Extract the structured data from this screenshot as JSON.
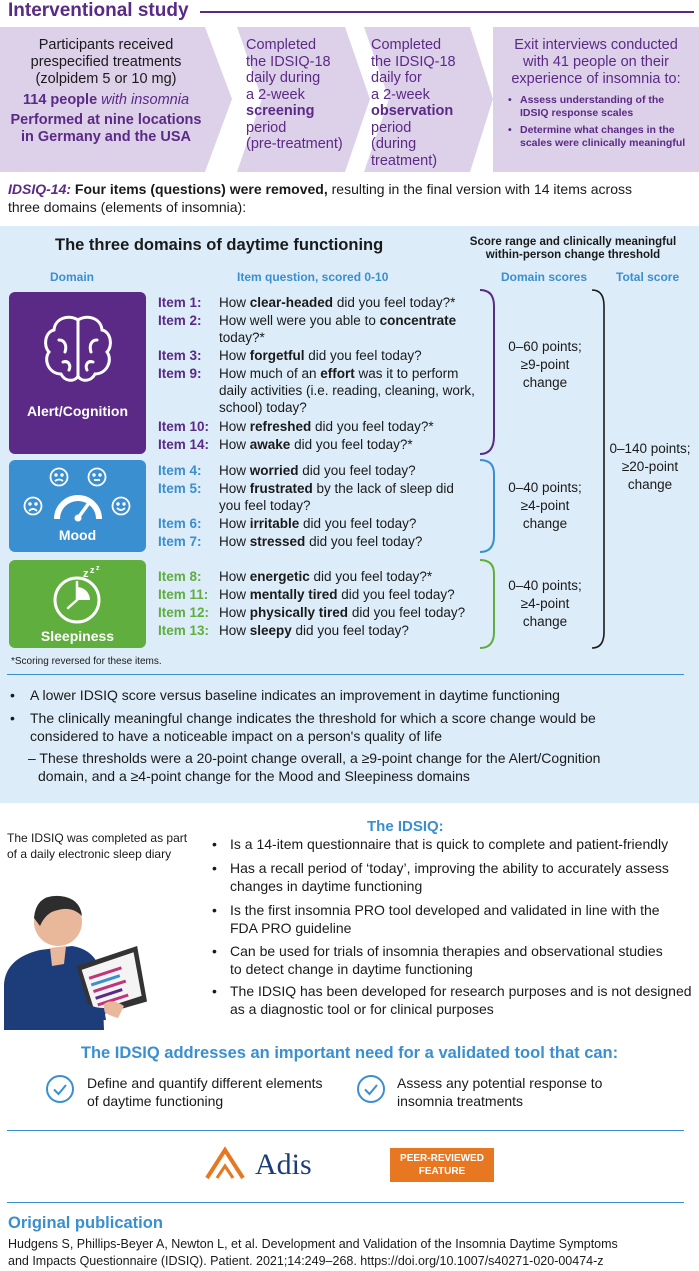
{
  "header": {
    "title": "Interventional study"
  },
  "process": {
    "box1": {
      "line1": "Participants received",
      "line2": "prespecified treatments",
      "line3": "(zolpidem 5 or 10 mg)",
      "people_count": "114 people",
      "people_rest": "with insomnia",
      "locations_line1": "Performed at nine locations",
      "locations_line2": "in Germany and the USA"
    },
    "box2": {
      "l1": "Completed",
      "l2": "the IDSIQ-18",
      "l3": "daily during",
      "l4": "a 2-week",
      "l5": "screening",
      "l6": "period",
      "l7": "(pre-treatment)"
    },
    "box3": {
      "l1": "Completed",
      "l2": "the IDSIQ-18",
      "l3": "daily for",
      "l4": "a 2-week",
      "l5": "observation",
      "l6": "period",
      "l7": "(during",
      "l8": "treatment)"
    },
    "box4": {
      "l1": "Exit interviews conducted",
      "l2": "with 41 people on their",
      "l3": "experience of insomnia to:",
      "b1a": "Assess understanding of the",
      "b1b": "IDSIQ response scales",
      "b2a": "Determine what changes in the",
      "b2b": "scales were clinically meaningful"
    }
  },
  "intro": {
    "label": "IDSIQ-14:",
    "bold": "Four items (questions) were removed,",
    "rest1": " resulting in the final version with 14 items across",
    "rest2": "three domains (elements of insomnia):"
  },
  "domains_panel": {
    "title": "The three domains of daytime functioning",
    "score_title_1": "Score range and clinically meaningful",
    "score_title_2": "within-person change threshold",
    "col_domain": "Domain",
    "col_item": "Item question, scored 0-10",
    "col_domain_scores": "Domain scores",
    "col_total": "Total score",
    "domains": [
      {
        "name": "Alert/Cognition",
        "color": "#5b2a86",
        "score_1": "0–60 points;",
        "score_2": "≥9-point",
        "score_3": "change"
      },
      {
        "name": "Mood",
        "color": "#3a8fd1",
        "score_1": "0–40 points;",
        "score_2": "≥4-point",
        "score_3": "change"
      },
      {
        "name": "Sleepiness",
        "color": "#5fae3e",
        "score_1": "0–40 points;",
        "score_2": "≥4-point",
        "score_3": "change"
      }
    ],
    "total": {
      "l1": "0–140 points;",
      "l2": "≥20-point",
      "l3": "change"
    },
    "items": [
      {
        "num": "Item 1:",
        "pre": "How ",
        "kw": "clear-headed",
        "post": " did you feel today?*"
      },
      {
        "num": "Item 2:",
        "pre": "How well were you able to ",
        "kw": "concentrate",
        "post": "",
        "post2": "today?*"
      },
      {
        "num": "Item 3:",
        "pre": "How ",
        "kw": "forgetful",
        "post": " did you feel today?"
      },
      {
        "num": "Item 9:",
        "pre": "How much of an ",
        "kw": "effort",
        "post": " was it to perform",
        "post2": "daily activities (i.e. reading, cleaning, work,",
        "post3": "school) today?"
      },
      {
        "num": "Item 10:",
        "pre": "How ",
        "kw": "refreshed",
        "post": " did you feel today?*"
      },
      {
        "num": "Item 14:",
        "pre": "How ",
        "kw": "awake",
        "post": " did you feel today?*"
      },
      {
        "num": "Item 4:",
        "pre": "How ",
        "kw": "worried",
        "post": " did you feel today?"
      },
      {
        "num": "Item 5:",
        "pre": "How ",
        "kw": "frustrated",
        "post": " by the lack of sleep did",
        "post2": "you feel today?"
      },
      {
        "num": "Item 6:",
        "pre": "How ",
        "kw": "irritable",
        "post": " did you feel today?"
      },
      {
        "num": "Item 7:",
        "pre": "How ",
        "kw": "stressed",
        "post": " did you feel today?"
      },
      {
        "num": "Item 8:",
        "pre": "How ",
        "kw": "energetic",
        "post": " did you feel today?*"
      },
      {
        "num": "Item 11:",
        "pre": "How ",
        "kw": "mentally tired",
        "post": " did you feel today?"
      },
      {
        "num": "Item 12:",
        "pre": "How ",
        "kw": "physically tired",
        "post": " did you feel today?"
      },
      {
        "num": "Item 13:",
        "pre": "How ",
        "kw": "sleepy",
        "post": " did you feel today?"
      }
    ],
    "footnote": "*Scoring reversed for these items.",
    "bullets": {
      "b1": "A lower IDSIQ score versus baseline indicates an improvement in daytime functioning",
      "b2a": "The clinically meaningful change indicates the threshold for which a score change would be",
      "b2b": "considered to have a noticeable impact on a person's quality of life",
      "sub_a": "– These thresholds were a 20-point change overall, a ≥9-point change for the Alert/Cognition",
      "sub_b": "domain, and a ≥4-point change for the Mood and Sleepiness domains"
    }
  },
  "idsiq": {
    "title": "The IDSIQ:",
    "diary_1": "The IDSIQ was completed as part",
    "diary_2": "of a daily electronic sleep diary",
    "points": [
      {
        "a": "Is a 14-item questionnaire that is quick to complete and patient-friendly"
      },
      {
        "a": "Has a recall period of ‘today’, improving the ability to accurately assess",
        "b": "changes in daytime functioning"
      },
      {
        "a": "Is the first insomnia PRO tool developed and validated in line with the",
        "b": "FDA PRO guideline"
      },
      {
        "a": "Can be used for trials of insomnia therapies and observational studies",
        "b": "to detect change in daytime functioning"
      },
      {
        "a": "The IDSIQ has been developed for research purposes and is not designed",
        "b": "as a diagnostic tool or for clinical purposes"
      }
    ]
  },
  "need": {
    "title": "The IDSIQ addresses an important need for a validated tool that can:",
    "n1a": "Define and quantify different elements",
    "n1b": "of daytime functioning",
    "n2a": "Assess any potential response to",
    "n2b": "insomnia treatments"
  },
  "footer": {
    "logo": "Adis",
    "badge_1": "PEER-REVIEWED",
    "badge_2": "FEATURE",
    "orig_title": "Original publication",
    "cite_1": "Hudgens S, Phillips-Beyer A, Newton L, et al. Development and Validation of the Insomnia Daytime Symptoms",
    "cite_2": "and Impacts Questionnaire (IDSIQ). Patient. 2021;14:249–268. https://doi.org/10.1007/s40271-020-00474-z"
  },
  "colors": {
    "purple": "#5b2a86",
    "blue": "#3a8fd1",
    "green": "#5fae3e",
    "lavender": "#ddd0e9",
    "panel": "#dcecf8",
    "orange": "#e87722",
    "navy": "#1d3d7a"
  }
}
